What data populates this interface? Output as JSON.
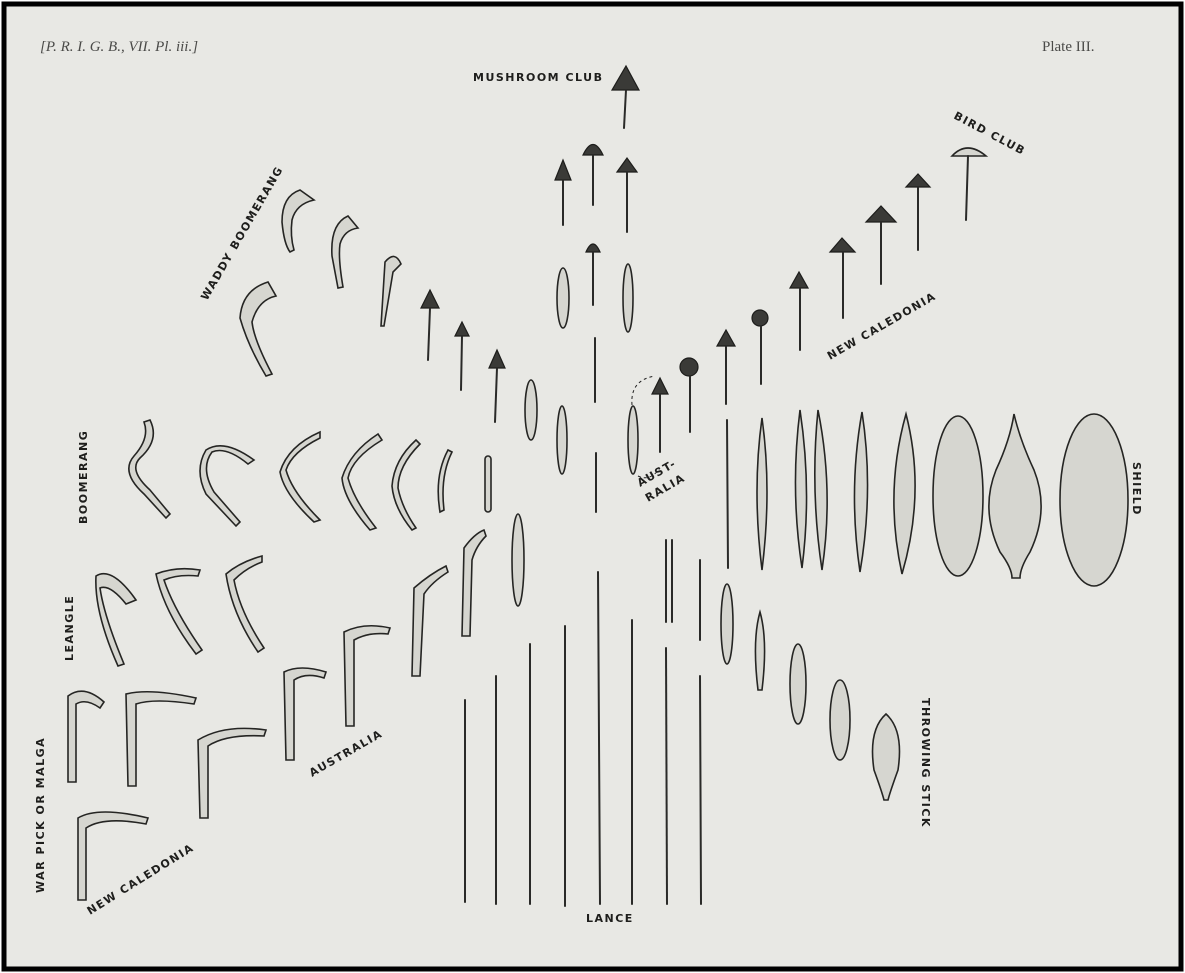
{
  "header": {
    "citation": "[P. R. I. G. B., VII. Pl. iii.]",
    "plate": "Plate III."
  },
  "labels": {
    "mushroom_club": "MUSHROOM CLUB",
    "bird_club": "BIRD CLUB",
    "waddy_boomerang": "WADDY BOOMERANG",
    "new_caledonia_top": "NEW CALEDONIA",
    "australia_center": "AUST-",
    "australia_center_2": "RALIA",
    "boomerang": "BOOMERANG",
    "shield": "SHIELD",
    "leangle": "LEANGLE",
    "australia_lower": "AUSTRALIA",
    "war_pick": "WAR PICK OR MALGA",
    "new_caledonia_bottom": "NEW CALEDONIA",
    "throwing_stick": "THROWING STICK",
    "lance": "LANCE"
  },
  "colors": {
    "paper": "#e8e8e4",
    "ink": "#252523",
    "frame": "#000000"
  }
}
